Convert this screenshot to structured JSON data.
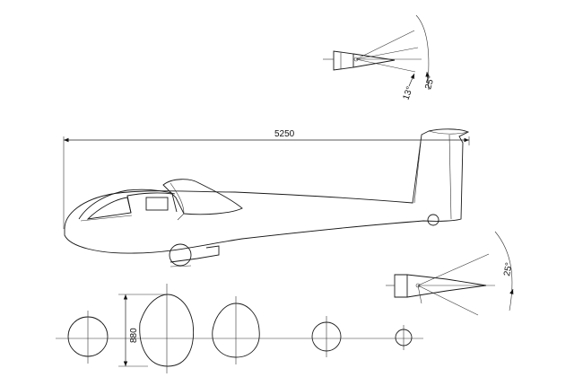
{
  "dimensions": {
    "length": "5250",
    "height": "880",
    "elevator_up": "13°",
    "elevator_down": "25°",
    "rudder": "25°"
  }
}
